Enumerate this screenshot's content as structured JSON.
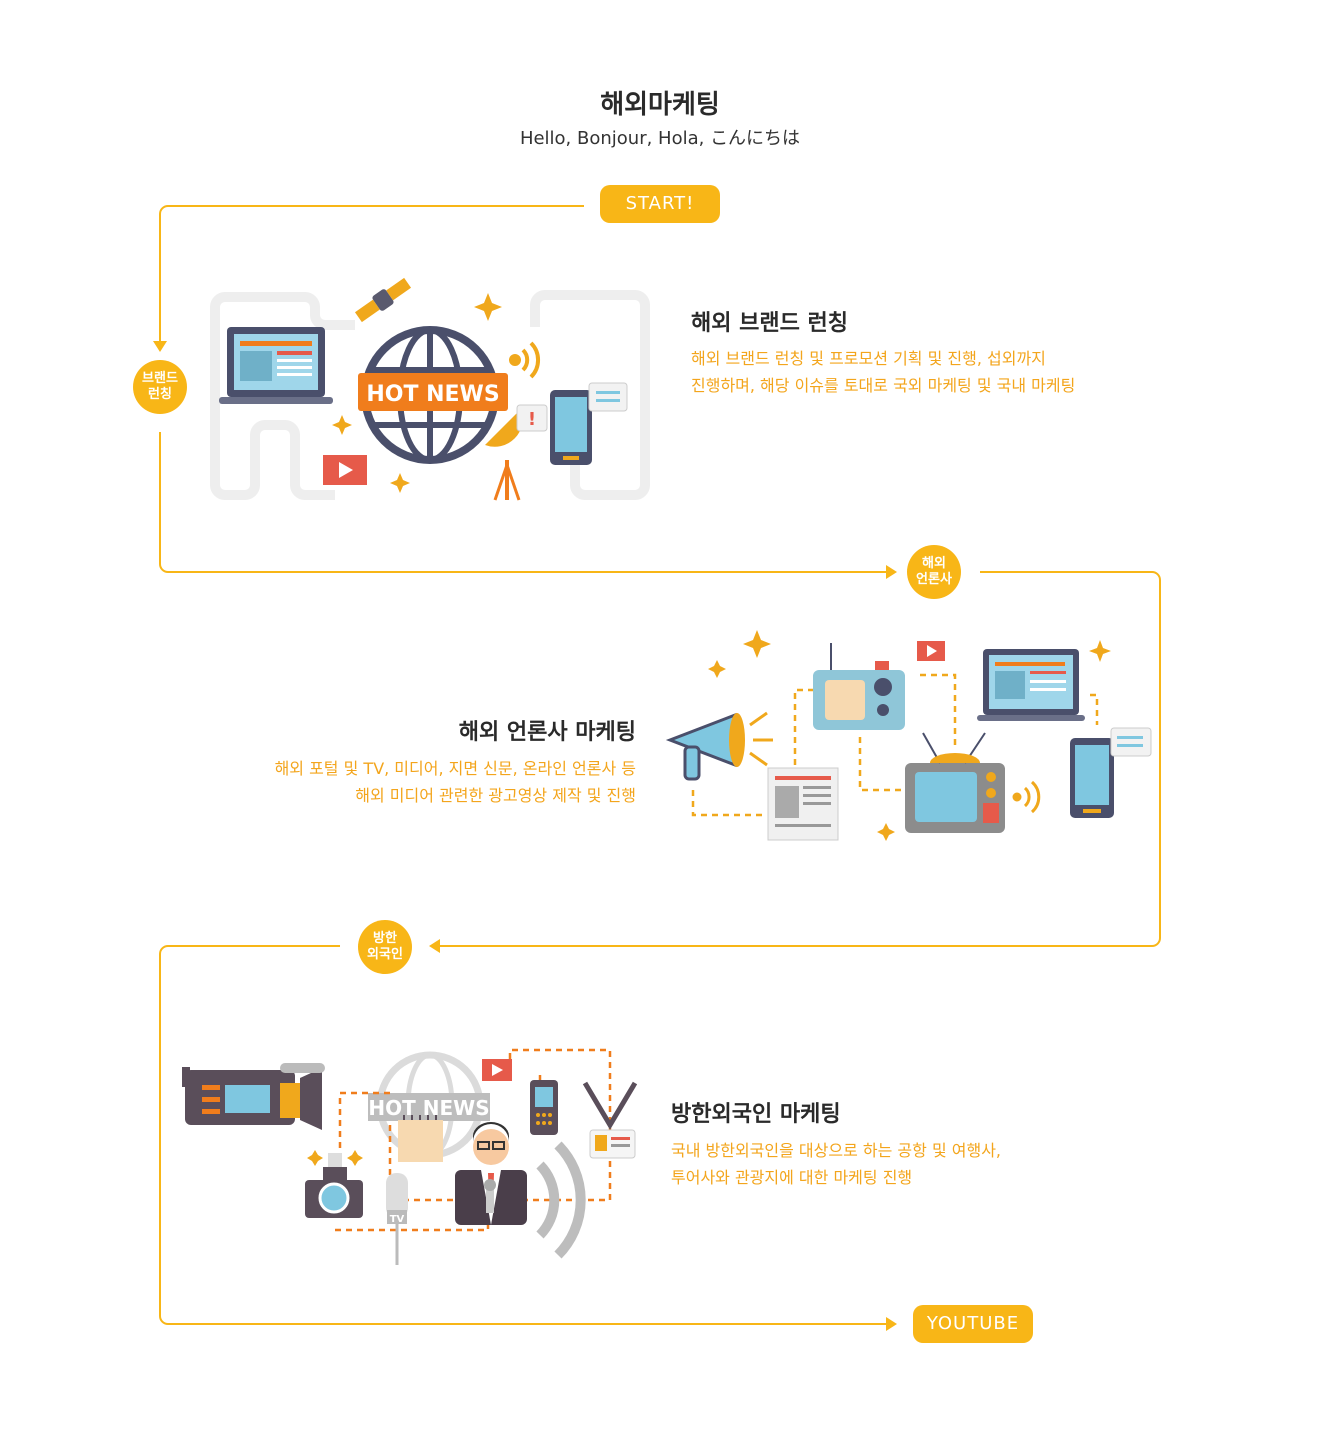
{
  "header": {
    "title": "해외마케팅",
    "subtitle": "Hello, Bonjour, Hola, こんにちは"
  },
  "flow": {
    "start_label": "START!",
    "end_label": "YOUTUBE",
    "steps": [
      {
        "badge": "브랜드\n런칭"
      },
      {
        "badge": "해외\n언론사"
      },
      {
        "badge": "방한\n외국인"
      }
    ]
  },
  "sections": [
    {
      "title": "해외 브랜드 런칭",
      "description": "해외 브랜드 런칭 및 프로모션 기획 및 진행, 섭외까지\n진행하며, 해당 이슈를 토대로 국외 마케팅 및 국내 마케팅"
    },
    {
      "title": "해외 언론사 마케팅",
      "description": "해외 포털 및 TV, 미디어, 지면 신문, 온라인 언론사 등\n해외 미디어 관련한 광고영상 제작 및 진행"
    },
    {
      "title": "방한외국인 마케팅",
      "description": "국내 방한외국인을 대상으로 하는 공항 및 여행사,\n투어사와 관광지에 대한 마케팅 진행"
    }
  ],
  "illustrations": {
    "hot_news_label_1": "HOT NEWS",
    "hot_news_label_2": "HOT NEWS",
    "tv_label": "TV"
  },
  "colors": {
    "accent": "#f8b617",
    "desc_text": "#f3a51c",
    "orange": "#f07d1c",
    "globe": "#4a4f6b",
    "screen": "#7fc7e0"
  }
}
